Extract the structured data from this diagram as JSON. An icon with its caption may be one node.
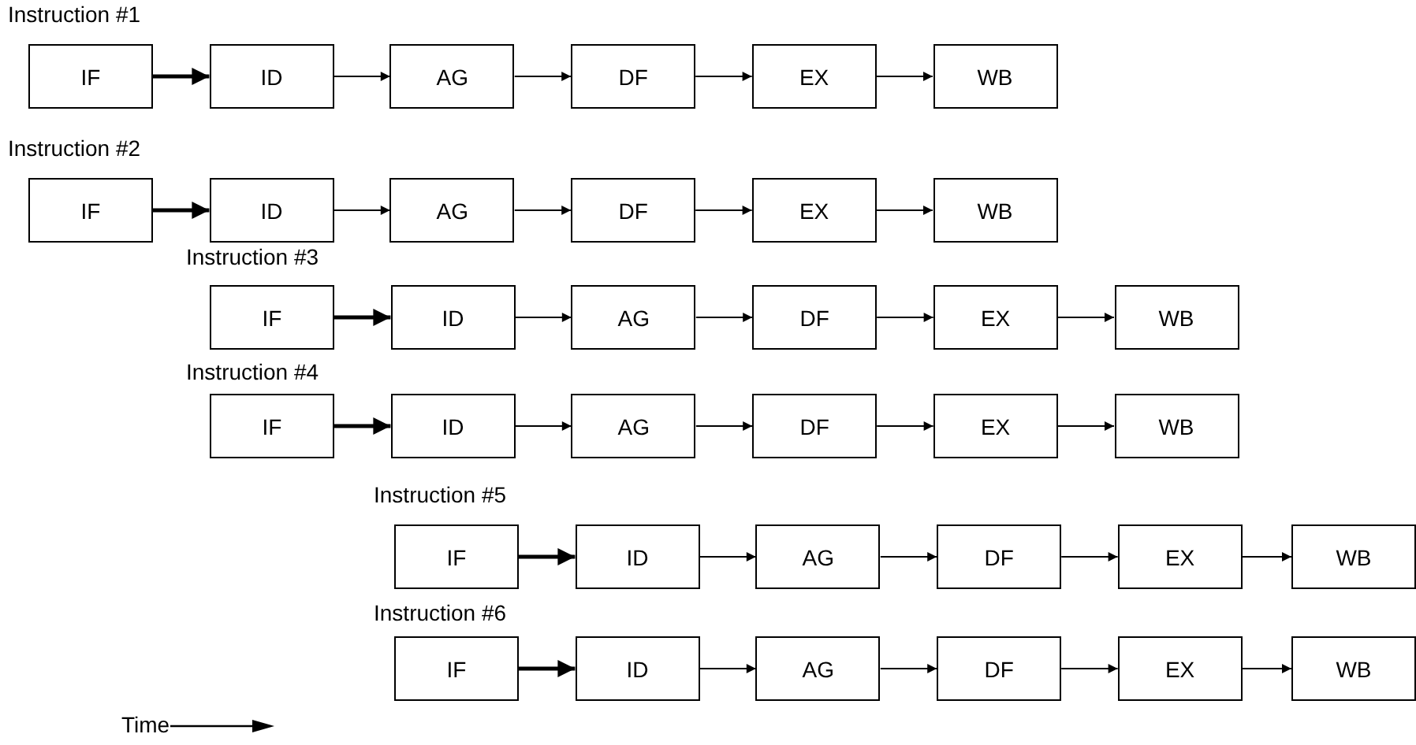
{
  "diagram": {
    "nodes": [
      {
        "text": [
          "IF"
        ]
      },
      {
        "text": [
          "ID"
        ]
      },
      {
        "text": [
          "AG"
        ]
      },
      {
        "text": [
          "DF"
        ]
      },
      {
        "text": [
          "EX"
        ]
      },
      {
        "text": [
          "WB"
        ]
      },
      {
        "text": [
          "IF"
        ]
      },
      {
        "text": [
          "ID"
        ]
      },
      {
        "text": [
          "AG"
        ]
      },
      {
        "text": [
          "DF"
        ]
      },
      {
        "text": [
          "EX"
        ]
      },
      {
        "text": [
          "WB"
        ]
      },
      {
        "text": [
          "IF"
        ]
      },
      {
        "text": [
          "ID"
        ]
      },
      {
        "text": [
          "AG"
        ]
      },
      {
        "text": [
          "DF"
        ]
      },
      {
        "text": [
          "EX"
        ]
      },
      {
        "text": [
          "WB"
        ]
      },
      {
        "text": [
          "IF"
        ]
      },
      {
        "text": [
          "ID"
        ]
      },
      {
        "text": [
          "AG"
        ]
      },
      {
        "text": [
          "DF"
        ]
      },
      {
        "text": [
          "EX"
        ]
      },
      {
        "text": [
          "WB"
        ]
      },
      {
        "text": [
          "IF"
        ]
      },
      {
        "text": [
          "ID"
        ]
      },
      {
        "text": [
          "AG"
        ]
      },
      {
        "text": [
          "DF"
        ]
      },
      {
        "text": [
          "EX"
        ]
      },
      {
        "text": [
          "WB"
        ]
      },
      {
        "text": [
          "IF"
        ]
      },
      {
        "text": [
          "ID"
        ]
      },
      {
        "text": [
          "AG"
        ]
      },
      {
        "text": [
          "DF"
        ]
      },
      {
        "text": [
          "EX"
        ]
      },
      {
        "text": [
          "WB"
        ]
      }
    ],
    "edges": [
      {
        "from": 0,
        "to": 1,
        "arrow": "to",
        "style": "thick"
      },
      {
        "from": 1,
        "to": 2,
        "arrow": "to"
      },
      {
        "from": 2,
        "to": 3,
        "arrow": "to"
      },
      {
        "from": 3,
        "to": 4,
        "arrow": "to"
      },
      {
        "from": 4,
        "to": 5,
        "arrow": "to"
      },
      {
        "from": 6,
        "to": 7,
        "arrow": "to",
        "style": "thick"
      },
      {
        "from": 7,
        "to": 8,
        "arrow": "to"
      },
      {
        "from": 8,
        "to": 9,
        "arrow": "to"
      },
      {
        "from": 9,
        "to": 10,
        "arrow": "to"
      },
      {
        "from": 10,
        "to": 11,
        "arrow": "to"
      },
      {
        "from": 12,
        "to": 13,
        "arrow": "to",
        "style": "thick"
      },
      {
        "from": 13,
        "to": 14,
        "arrow": "to"
      },
      {
        "from": 14,
        "to": 15,
        "arrow": "to"
      },
      {
        "from": 15,
        "to": 16,
        "arrow": "to"
      },
      {
        "from": 16,
        "to": 17,
        "arrow": "to"
      },
      {
        "from": 18,
        "to": 19,
        "arrow": "to",
        "style": "thick"
      },
      {
        "from": 19,
        "to": 20,
        "arrow": "to"
      },
      {
        "from": 20,
        "to": 21,
        "arrow": "to"
      },
      {
        "from": 21,
        "to": 22,
        "arrow": "to"
      },
      {
        "from": 22,
        "to": 23,
        "arrow": "to"
      },
      {
        "from": 24,
        "to": 25,
        "arrow": "to",
        "style": "thick"
      },
      {
        "from": 25,
        "to": 26,
        "arrow": "to"
      },
      {
        "from": 26,
        "to": 27,
        "arrow": "to"
      },
      {
        "from": 27,
        "to": 28,
        "arrow": "to"
      },
      {
        "from": 28,
        "to": 29,
        "arrow": "to"
      },
      {
        "from": 30,
        "to": 31,
        "arrow": "to",
        "style": "thick"
      },
      {
        "from": 31,
        "to": 32,
        "arrow": "to"
      },
      {
        "from": 32,
        "to": 33,
        "arrow": "to"
      },
      {
        "from": 33,
        "to": 34,
        "arrow": "to"
      },
      {
        "from": 34,
        "to": 35,
        "arrow": "to"
      }
    ],
    "labels": [
      "Instruction #1",
      "Instruction #2",
      "Instruction #3",
      "Instruction #4",
      "Instruction #5",
      "Instruction #6",
      "Time"
    ]
  }
}
